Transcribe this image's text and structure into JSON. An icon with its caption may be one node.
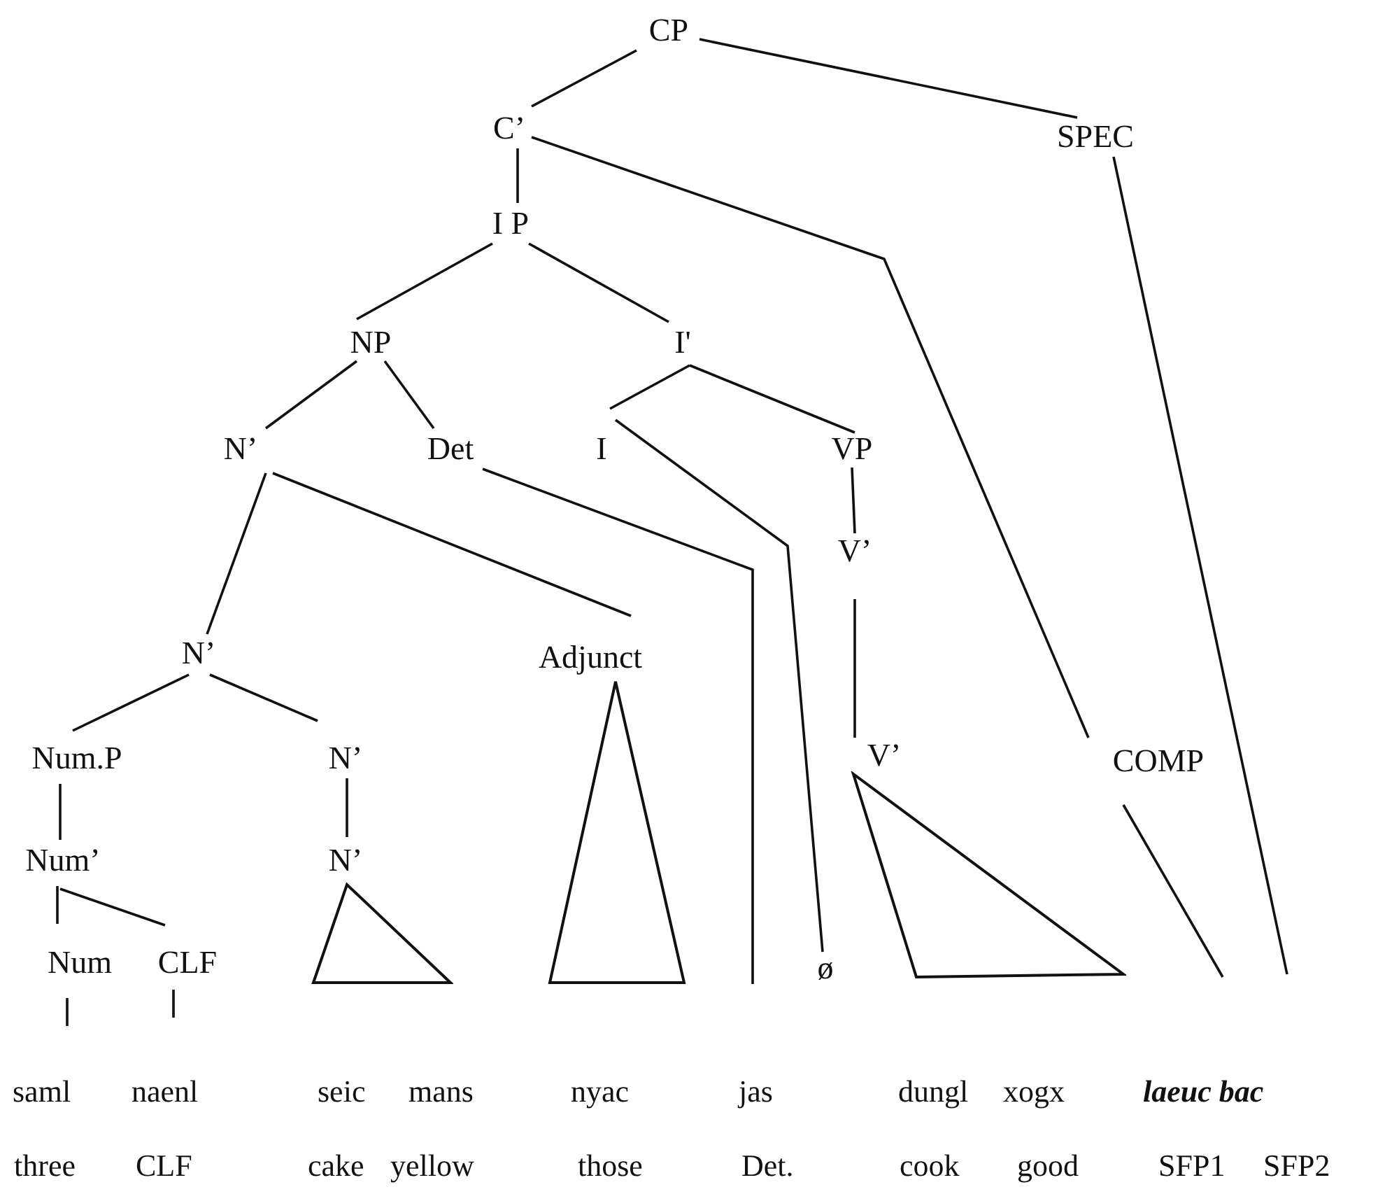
{
  "diagram": {
    "nodes": [
      {
        "text": [
          "CP"
        ]
      },
      {
        "text": [
          "C’"
        ]
      },
      {
        "text": [
          "SPEC"
        ]
      },
      {
        "text": [
          "I P"
        ]
      },
      {
        "text": [
          "NP"
        ]
      },
      {
        "text": [
          "I'"
        ]
      },
      {
        "text": [
          "N’"
        ]
      },
      {
        "text": [
          "Det"
        ]
      },
      {
        "text": [
          "I"
        ]
      },
      {
        "text": [
          "VP"
        ]
      },
      {
        "text": [
          "V’"
        ]
      },
      {
        "text": [
          "N’"
        ]
      },
      {
        "text": [
          "Adjunct"
        ]
      },
      {
        "text": [
          "Num.P"
        ]
      },
      {
        "text": [
          "N’"
        ]
      },
      {
        "text": [
          "V’"
        ]
      },
      {
        "text": [
          "COMP"
        ]
      },
      {
        "text": [
          "Num’"
        ]
      },
      {
        "text": [
          "N’"
        ]
      },
      {
        "text": [
          "Num"
        ]
      },
      {
        "text": [
          "CLF"
        ]
      },
      {
        "text": [
          "ø"
        ]
      },
      {
        "text": [],
        "shape": "triangle"
      },
      {
        "text": [],
        "shape": "triangle"
      },
      {
        "text": [],
        "shape": "triangle"
      }
    ],
    "edges": [
      {
        "from": 0,
        "to": 1,
        "arrow": "none"
      },
      {
        "from": 0,
        "to": 2,
        "arrow": "none"
      },
      {
        "from": 1,
        "to": 3,
        "arrow": "none"
      },
      {
        "from": 1,
        "to": 16,
        "arrow": "none"
      },
      {
        "from": 3,
        "to": 4,
        "arrow": "none"
      },
      {
        "from": 3,
        "to": 5,
        "arrow": "none"
      },
      {
        "from": 4,
        "to": 6,
        "arrow": "none"
      },
      {
        "from": 4,
        "to": 7,
        "arrow": "none"
      },
      {
        "from": 5,
        "to": 8,
        "arrow": "none"
      },
      {
        "from": 5,
        "to": 9,
        "arrow": "none"
      },
      {
        "from": 7,
        "to": null,
        "arrow": "none"
      },
      {
        "from": 8,
        "to": 21,
        "arrow": "none"
      },
      {
        "from": 9,
        "to": 10,
        "arrow": "none"
      },
      {
        "from": 10,
        "to": 15,
        "arrow": "none"
      },
      {
        "from": 6,
        "to": 11,
        "arrow": "none"
      },
      {
        "from": 6,
        "to": 12,
        "arrow": "none"
      },
      {
        "from": 11,
        "to": 13,
        "arrow": "none"
      },
      {
        "from": 11,
        "to": 14,
        "arrow": "none"
      },
      {
        "from": 13,
        "to": 17,
        "arrow": "none"
      },
      {
        "from": 14,
        "to": 18,
        "arrow": "none"
      },
      {
        "from": 17,
        "to": 19,
        "arrow": "none"
      },
      {
        "from": 17,
        "to": 20,
        "arrow": "none"
      },
      {
        "from": 16,
        "to": null,
        "arrow": "none"
      },
      {
        "from": 2,
        "to": null,
        "arrow": "none"
      },
      {
        "from": 19,
        "to": null,
        "arrow": "none"
      },
      {
        "from": 20,
        "to": null,
        "arrow": "none"
      }
    ],
    "labels": [
      "saml",
      "naenl",
      "seic",
      "mans",
      "nyac",
      "jas",
      "dungl",
      "xogx",
      "laeuc bac",
      "three",
      "CLF",
      "cake",
      "yellow",
      "those",
      "Det.",
      "cook",
      "good",
      "SFP1",
      "SFP2"
    ]
  }
}
